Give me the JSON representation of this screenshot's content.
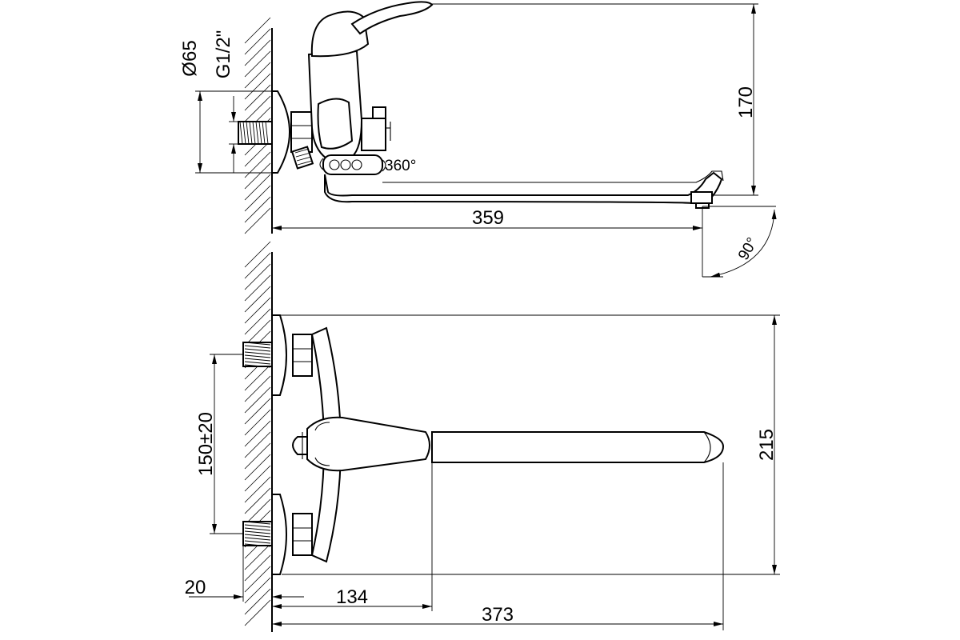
{
  "drawing": {
    "side_view": {
      "height_label": "170",
      "reach_label": "359",
      "rotation_label": "360°",
      "angle_label": "90°",
      "diameter_label": "Ø65",
      "thread_label": "G1/2\""
    },
    "front_view": {
      "height_label": "215",
      "spacing_label": "150±20",
      "wall_offset_label": "20",
      "handle_length_label": "134",
      "total_length_label": "373"
    }
  }
}
